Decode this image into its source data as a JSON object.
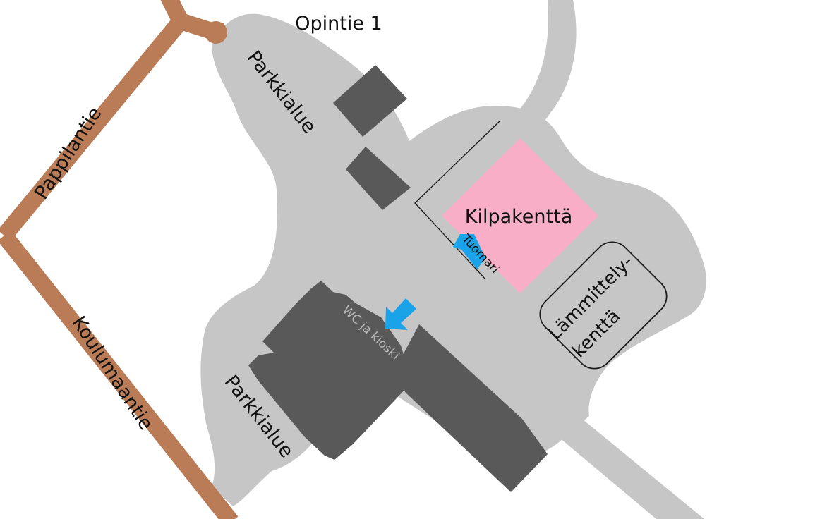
{
  "map": {
    "address": "Opintie 1",
    "parking_north": "Parkkialue",
    "parking_south": "Parkkialue",
    "road_west": "Pappilantie",
    "road_southwest": "Koulumaantie",
    "field_main": "Kilpakenttä",
    "judge": "Tuomari",
    "warmup_line1": "Lämmittely-",
    "warmup_line2": "kenttä",
    "wc_kiosk": "WC ja kioski"
  },
  "colors": {
    "background": "#ffffff",
    "ground": "#c6c6c6",
    "road": "#b97c57",
    "building": "#595959",
    "field": "#f7aec6",
    "judge": "#1aa3e8",
    "arrow": "#1aa3e8"
  },
  "icons": {
    "entrance": "arrow-down-left-icon"
  }
}
